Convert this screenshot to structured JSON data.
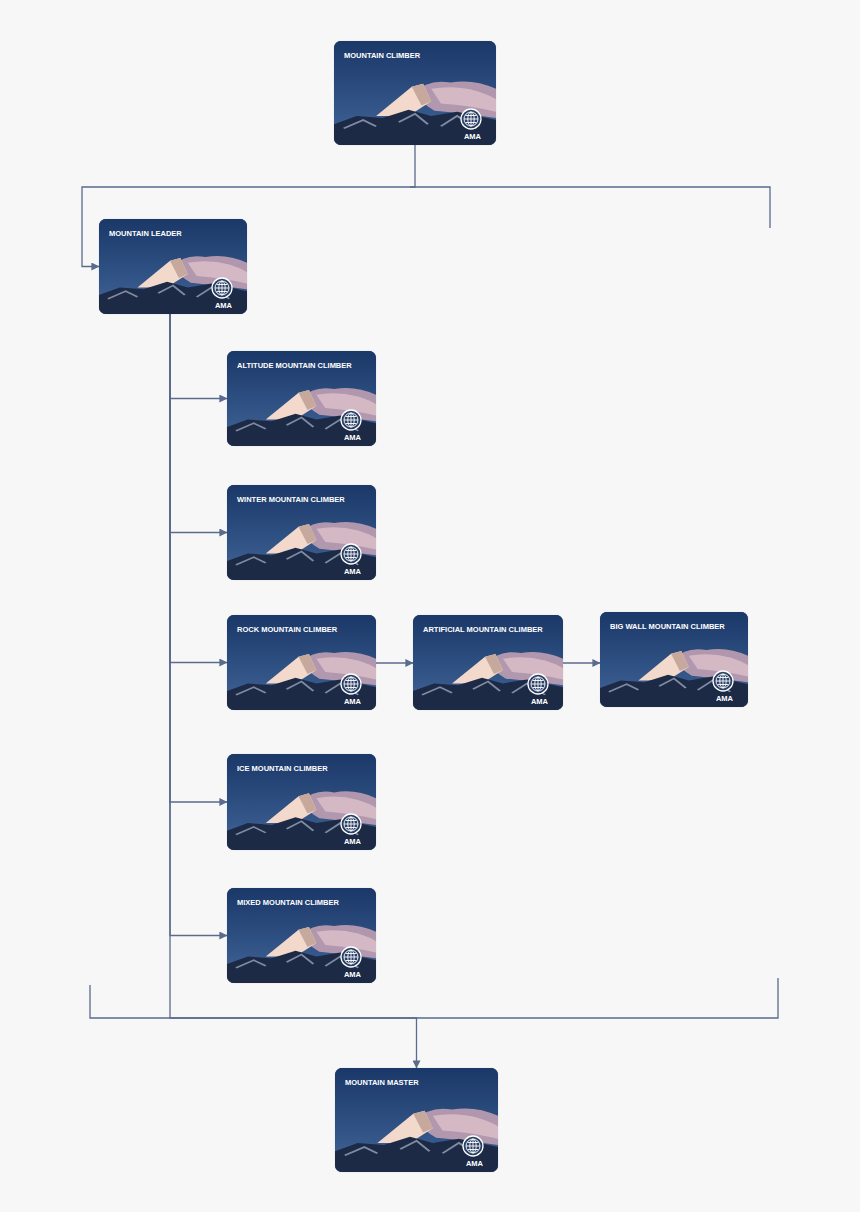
{
  "diagram": {
    "nodes": [
      {
        "text": [
          "MOUNTAIN CLIMBER",
          "AMA"
        ]
      },
      {
        "text": [
          "MOUNTAIN LEADER",
          "AMA"
        ]
      },
      {
        "text": [
          "ALTITUDE MOUNTAIN CLIMBER",
          "AMA"
        ]
      },
      {
        "text": [
          "WINTER MOUNTAIN CLIMBER",
          "AMA"
        ]
      },
      {
        "text": [
          "ROCK MOUNTAIN CLIMBER",
          "AMA"
        ]
      },
      {
        "text": [
          "ARTIFICIAL MOUNTAIN CLIMBER",
          "AMA"
        ]
      },
      {
        "text": [
          "BIG WALL MOUNTAIN CLIMBER",
          "AMA"
        ]
      },
      {
        "text": [
          "ICE MOUNTAIN CLIMBER",
          "AMA"
        ]
      },
      {
        "text": [
          "MIXED MOUNTAIN CLIMBER",
          "AMA"
        ]
      },
      {
        "text": [
          "MOUNTAIN MASTER",
          "AMA"
        ]
      }
    ],
    "edges": [
      {
        "from": 0,
        "to": 1,
        "arrow": "to"
      },
      {
        "from": 1,
        "to": 2,
        "arrow": "to"
      },
      {
        "from": 1,
        "to": 3,
        "arrow": "to"
      },
      {
        "from": 1,
        "to": 4,
        "arrow": "to"
      },
      {
        "from": 4,
        "to": 5,
        "arrow": "to"
      },
      {
        "from": 5,
        "to": 6,
        "arrow": "to"
      },
      {
        "from": 1,
        "to": 7,
        "arrow": "to"
      },
      {
        "from": 1,
        "to": 8,
        "arrow": "to"
      },
      {
        "from": 1,
        "to": 9,
        "arrow": "to"
      }
    ]
  }
}
